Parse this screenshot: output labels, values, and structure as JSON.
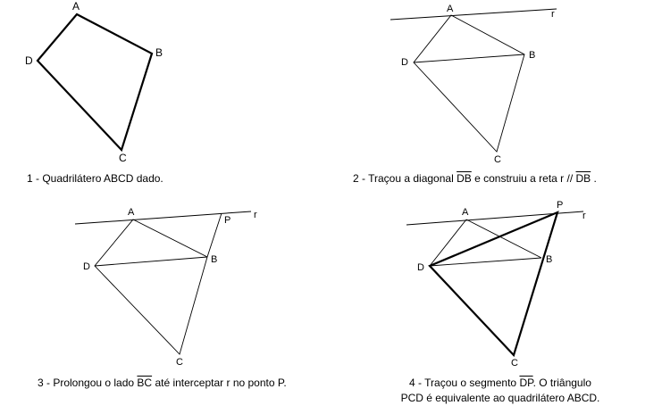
{
  "panels": [
    {
      "id": "p1",
      "labels": {
        "A": "A",
        "B": "B",
        "C": "C",
        "D": "D"
      },
      "caption": {
        "text": "1 - Quadrilátero ABCD dado."
      }
    },
    {
      "id": "p2",
      "labels": {
        "A": "A",
        "B": "B",
        "C": "C",
        "D": "D",
        "r": "r"
      },
      "caption": {
        "t1": "2 - Traçou a diagonal",
        "s1": "DB",
        "t2": "e construiu a reta r //",
        "s2": "DB",
        "t3": "."
      }
    },
    {
      "id": "p3",
      "labels": {
        "A": "A",
        "B": "B",
        "C": "C",
        "D": "D",
        "P": "P",
        "r": "r"
      },
      "caption": {
        "t1": "3 - Prolongou o lado",
        "s1": "BC",
        "t2": "até interceptar r no ponto P."
      }
    },
    {
      "id": "p4",
      "labels": {
        "A": "A",
        "B": "B",
        "C": "C",
        "D": "D",
        "P": "P",
        "r": "r"
      },
      "caption": {
        "t1": "4 - Traçou o segmento",
        "s1": "DP",
        "t2": ". O triângulo",
        "line2": "PCD é equivalente ao quadrilátero ABCD."
      }
    }
  ]
}
